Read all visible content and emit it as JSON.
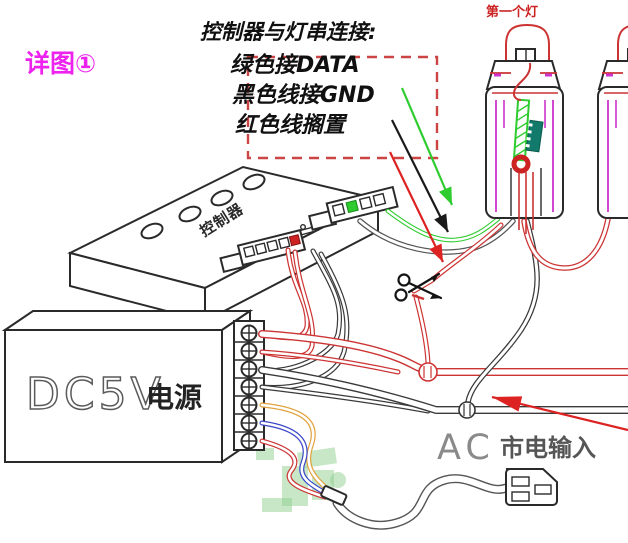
{
  "title_note": {
    "title": "控制器与灯串连接:",
    "lines": [
      "绿色接DATA",
      "黑色线接GND",
      "红色线搁置"
    ]
  },
  "labels": {
    "detail": "详图①",
    "first_lamp": "第一个灯",
    "controller": "控制器",
    "power_model": "DC5V",
    "power_word": "电源",
    "ac_prefix": "AC",
    "ac_text": "市电输入"
  },
  "colors": {
    "detail_label": "#ee22ee",
    "lamp_label": "#cc2222",
    "wire_red": "#cc3333",
    "wire_green": "#2ecc2e",
    "wire_black": "#3a3a3a",
    "wire_orange": "#e0a23c",
    "wire_blue": "#3a46c8",
    "pcb_magenta": "#cc33cc",
    "ic_teal": "#117a6a",
    "annotation_red": "#dd2222",
    "dashed_box": "#cc4444",
    "watermark_green": "#8fcf8f"
  }
}
